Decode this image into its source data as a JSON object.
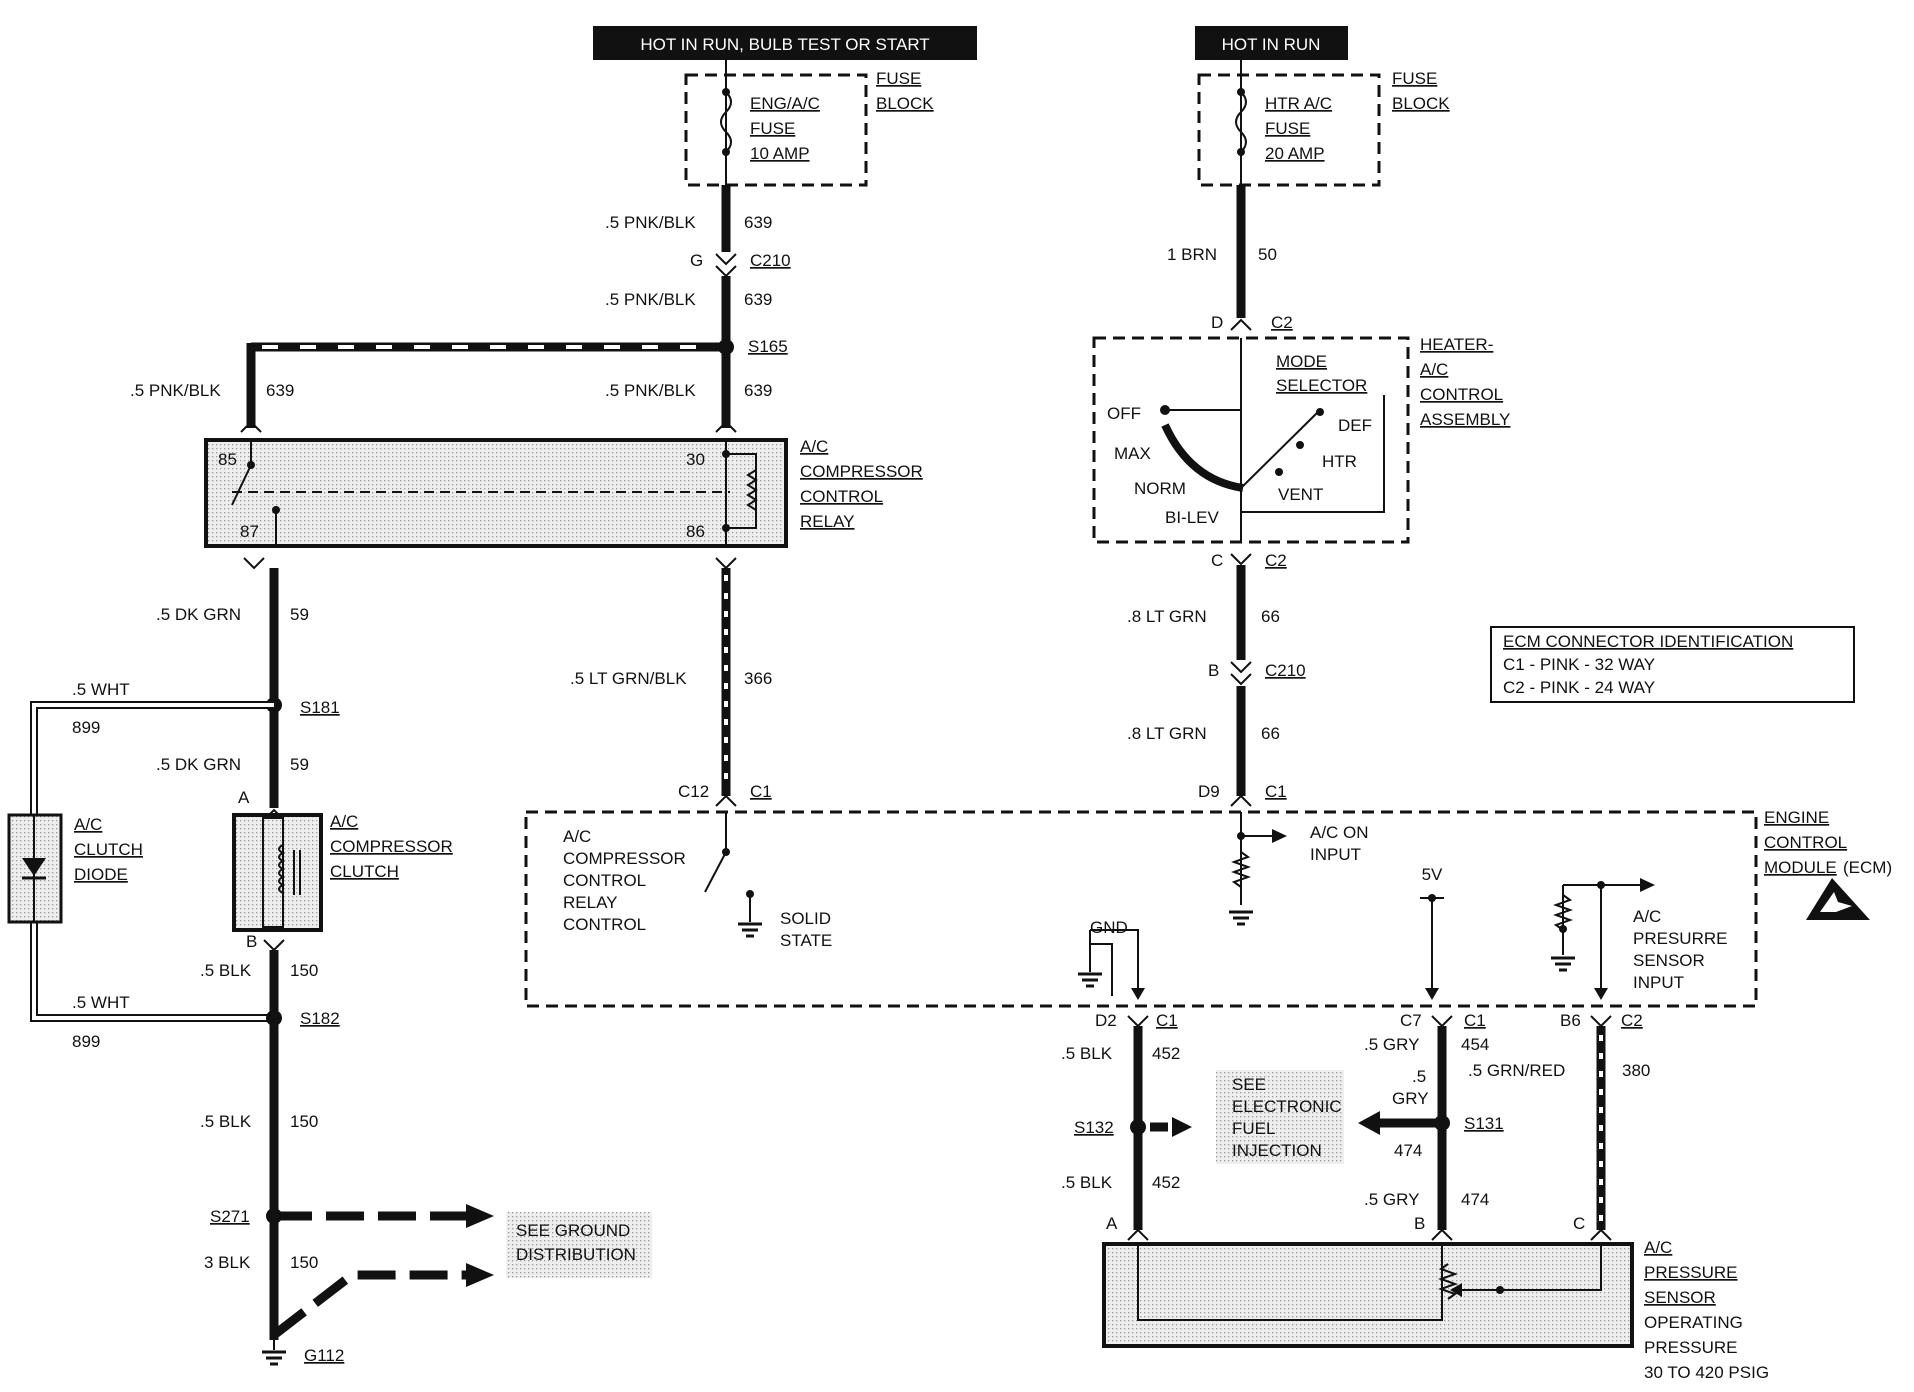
{
  "banners": {
    "left": "HOT IN RUN, BULB TEST OR START",
    "right": "HOT IN RUN"
  },
  "fuse_left": {
    "line1": "ENG/A/C",
    "line2": "FUSE",
    "line3": "10 AMP",
    "block1": "FUSE",
    "block2": "BLOCK"
  },
  "fuse_right": {
    "line1": "HTR A/C",
    "line2": "FUSE",
    "line3": "20 AMP",
    "block1": "FUSE",
    "block2": "BLOCK"
  },
  "wires": {
    "pnk_blk": ".5 PNK/BLK",
    "c639": "639",
    "brn": "1 BRN",
    "c50": "50",
    "dk_grn": ".5 DK GRN",
    "c59": "59",
    "lt_grn_blk": ".5 LT GRN/BLK",
    "c366": "366",
    "lt_grn": ".8 LT GRN",
    "c66": "66",
    "wht": ".5 WHT",
    "c899": "899",
    "blk5": ".5 BLK",
    "c150": "150",
    "blk3": "3 BLK",
    "c452": "452",
    "gry": ".5 GRY",
    "c454": "454",
    "gry_half": ".5",
    "gry_word": "GRY",
    "c474": "474",
    "grn_red": ".5 GRN/RED",
    "c380": "380"
  },
  "connectors": {
    "g": "G",
    "c210": "C210",
    "s165": "S165",
    "d": "D",
    "c2": "C2",
    "c": "C",
    "b": "B",
    "s181": "S181",
    "s182": "S182",
    "s271": "S271",
    "g112": "G112",
    "a": "A",
    "c12": "C12",
    "c1": "C1",
    "d9": "D9",
    "d2": "D2",
    "c7": "C7",
    "b6": "B6",
    "s132": "S132",
    "s131": "S131"
  },
  "relay": {
    "p85": "85",
    "p87": "87",
    "p30": "30",
    "p86": "86",
    "l1": "A/C",
    "l2": "COMPRESSOR",
    "l3": "CONTROL",
    "l4": "RELAY"
  },
  "control_assembly": {
    "mode1": "MODE",
    "mode2": "SELECTOR",
    "off": "OFF",
    "max": "MAX",
    "norm": "NORM",
    "bilev": "BI-LEV",
    "def": "DEF",
    "htr": "HTR",
    "vent": "VENT",
    "l1": "HEATER-",
    "l2": "A/C",
    "l3": "CONTROL",
    "l4": "ASSEMBLY"
  },
  "ecm_id": {
    "title": "ECM CONNECTOR IDENTIFICATION",
    "c1": "C1 - PINK - 32 WAY",
    "c2": "C2 - PINK - 24 WAY"
  },
  "diode": {
    "l1": "A/C",
    "l2": "CLUTCH",
    "l3": "DIODE"
  },
  "clutch": {
    "l1": "A/C",
    "l2": "COMPRESSOR",
    "l3": "CLUTCH"
  },
  "ecm": {
    "relay_ctrl1": "A/C",
    "relay_ctrl2": "COMPRESSOR",
    "relay_ctrl3": "CONTROL",
    "relay_ctrl4": "RELAY",
    "relay_ctrl5": "CONTROL",
    "solid1": "SOLID",
    "solid2": "STATE",
    "acon1": "A/C ON",
    "acon2": "INPUT",
    "v5": "5V",
    "gnd": "GND",
    "ps1": "A/C",
    "ps2": "PRESURRE",
    "ps3": "SENSOR",
    "ps4": "INPUT",
    "l1": "ENGINE",
    "l2": "CONTROL",
    "l3": "MODULE",
    "l3b": "(ECM)"
  },
  "efi": {
    "l1": "SEE",
    "l2": "ELECTRONIC",
    "l3": "FUEL",
    "l4": "INJECTION"
  },
  "ground": {
    "l1": "SEE GROUND",
    "l2": "DISTRIBUTION"
  },
  "sensor": {
    "l1": "A/C",
    "l2": "PRESSURE",
    "l3": "SENSOR",
    "l4": "OPERATING",
    "l5": "PRESSURE",
    "l6": "30 TO 420 PSIG"
  }
}
